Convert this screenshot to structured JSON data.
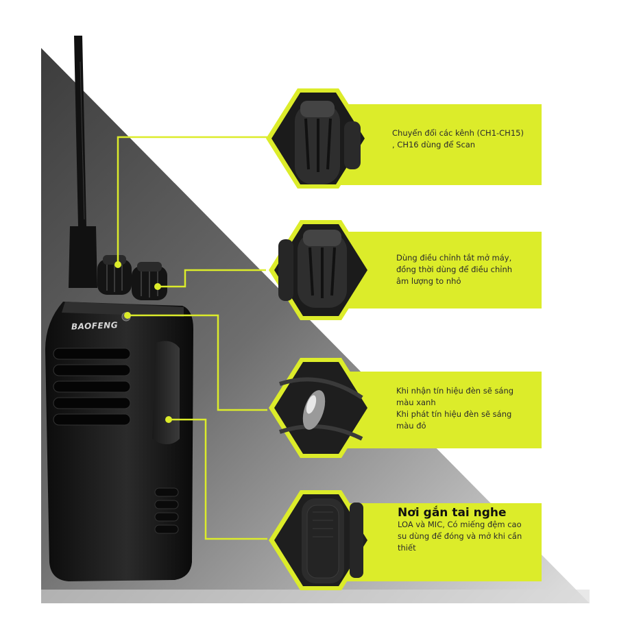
{
  "brand": "BAOFENG",
  "accent_color": "#dcec2a",
  "callouts": [
    {
      "id": "channel",
      "title": "",
      "lines": [
        "Chuyển đổi các kênh (CH1-CH15)",
        ", CH16 dùng để Scan"
      ]
    },
    {
      "id": "volume",
      "title": "",
      "lines": [
        "Dùng điều chỉnh tắt mở máy,",
        "đồng thời dùng để điều chỉnh",
        "âm lượng to nhỏ"
      ]
    },
    {
      "id": "led",
      "title": "",
      "lines": [
        "Khi nhận tín hiệu đèn sẽ sáng",
        "màu xanh",
        "Khi phát tín hiệu đèn sẽ sáng",
        "màu đỏ"
      ]
    },
    {
      "id": "earphone",
      "title": "Nơi gắn tai nghe",
      "lines": [
        "LOA và MIC, Có miếng đệm cao",
        "su dùng để đóng và mở khi cần",
        "thiết"
      ]
    }
  ],
  "icons": [
    "channel-knob-icon",
    "volume-knob-icon",
    "led-indicator-icon",
    "earphone-jack-icon"
  ]
}
